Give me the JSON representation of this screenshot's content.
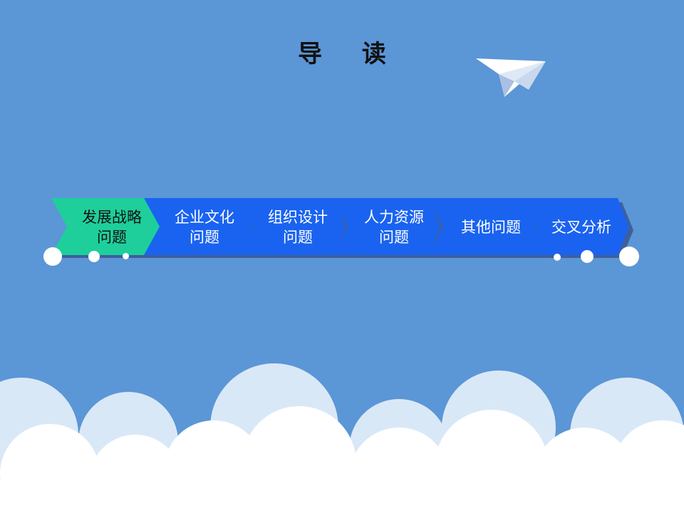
{
  "title": "导 读",
  "colors": {
    "background": "#5b96d6",
    "step_active": "#1ecf9b",
    "step_default": "#1a63f0",
    "step_shadow": "#3f5f9c"
  },
  "steps": [
    {
      "label": "发展战略\n问题",
      "active": true
    },
    {
      "label": "企业文化\n问题",
      "active": false
    },
    {
      "label": "组织设计\n问题",
      "active": false
    },
    {
      "label": "人力资源\n问题",
      "active": false
    },
    {
      "label": "其他问题",
      "active": false
    },
    {
      "label": "交叉分析",
      "active": false
    }
  ],
  "icons": [
    "paper-plane-icon"
  ]
}
